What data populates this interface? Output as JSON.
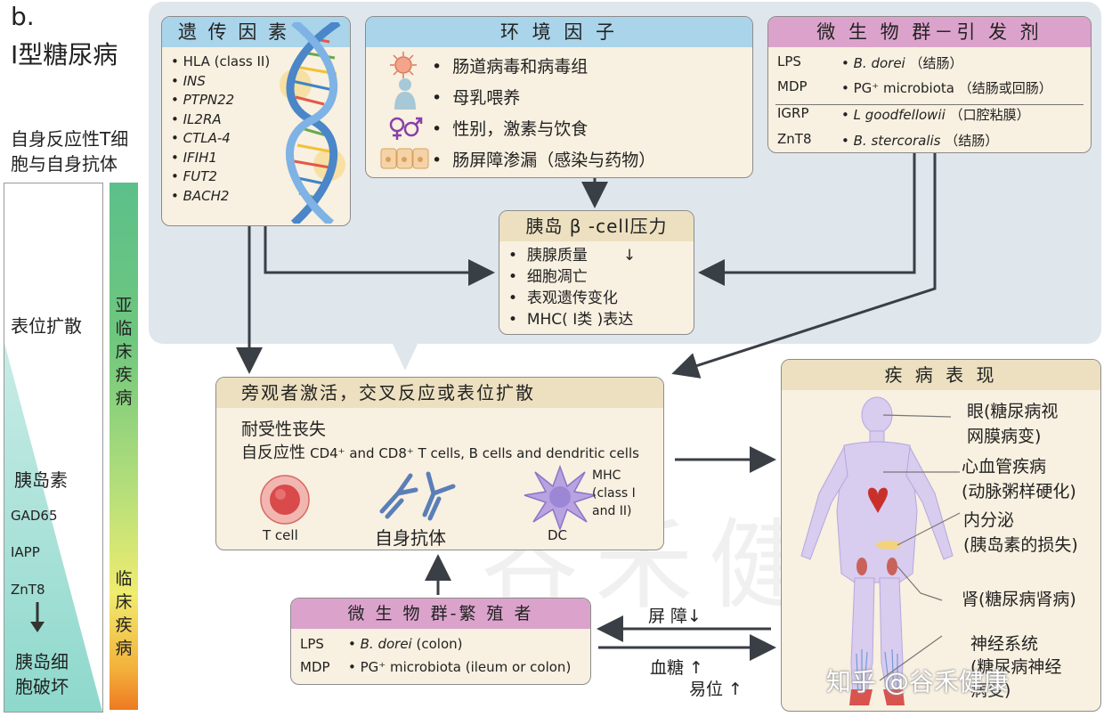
{
  "figure": {
    "label": "b.",
    "title": "I型糖尿病"
  },
  "left_column": {
    "header": "自身反应性T细胞与自身抗体",
    "header_line1": "自身反应性T细",
    "header_line2": "胞与自身抗体",
    "epitope_spread": "表位扩散",
    "markers": [
      "胰岛素",
      "GAD65",
      "IAPP",
      "ZnT8"
    ],
    "beta_destruction_line1": "胰岛细",
    "beta_destruction_line2": "胞破坏",
    "subclinical_chars": [
      "亚",
      "临",
      "床",
      "疾",
      "病"
    ],
    "clinical_chars": [
      "临",
      "床",
      "疾",
      "病"
    ]
  },
  "genetic": {
    "title": "遗 传 因 素",
    "genes": [
      "HLA (class II)",
      "INS",
      "PTPN22",
      "IL2RA",
      "CTLA-4",
      "IFIH1",
      "FUT2",
      "BACH2"
    ]
  },
  "environment": {
    "title": "环 境 因 子",
    "items": [
      {
        "icon": "virus-icon",
        "text": "肠道病毒和病毒组"
      },
      {
        "icon": "infant-icon",
        "text": "母乳喂养"
      },
      {
        "icon": "gender-symbol-icon",
        "text": "性别，激素与饮食"
      },
      {
        "icon": "intestinal-cells-icon",
        "text": "肠屏障渗漏（感染与药物）"
      }
    ]
  },
  "microbiota_trigger": {
    "title": "微 生 物 群－引 发 剂",
    "rows": [
      {
        "abbr": "LPS",
        "organism": "B. dorei",
        "site": "（结肠）"
      },
      {
        "abbr": "MDP",
        "organism": "PG⁺ microbiota",
        "site": "（结肠或回肠）"
      },
      {
        "abbr": "IGRP",
        "organism": "L goodfellowii",
        "site": "（口腔粘膜）"
      },
      {
        "abbr": "ZnT8",
        "organism": "B. stercoralis",
        "site": "（结肠）"
      }
    ]
  },
  "beta_stress": {
    "title": "胰岛 β -cell压力",
    "items": [
      "胰腺质量",
      "细胞凋亡",
      "表观遗传变化",
      "MHC( I类 )表达"
    ],
    "down_arrow": "↓"
  },
  "bystander": {
    "title": "旁观者激活，交叉反应或表位扩散",
    "line1": "耐受性丧失",
    "line2_cn": "自反应性",
    "line2_en": "CD4⁺ and CD8⁺ T cells, B cells and dendritic cells",
    "tcell_label": "T cell",
    "antibody_label": "自身抗体",
    "dc_label": "DC",
    "mhc_label_1": "MHC",
    "mhc_label_2": "(class I",
    "mhc_label_3": "and II)"
  },
  "microbiota_colonize": {
    "title": "微 生 物 群-繁 殖 者",
    "rows": [
      {
        "abbr": "LPS",
        "organism": "B. dorei",
        "site": "(colon)"
      },
      {
        "abbr": "MDP",
        "organism": "PG⁺ microbiota",
        "site": "(ileum or colon)"
      }
    ]
  },
  "arrows_labels": {
    "barrier": "屏 障↓",
    "glucose": "血糖 ↑",
    "translocation": "易位 ↑"
  },
  "disease": {
    "title": "疾 病 表 现",
    "eye_1": "眼(糖尿病视",
    "eye_2": "网膜病变)",
    "cardio_1": "心血管疾病",
    "cardio_2": "(动脉粥样硬化)",
    "endocrine_1": "内分泌",
    "endocrine_2": "(胰岛素的损失)",
    "kidney": "肾(糖尿病肾病)",
    "nerve_1": "神经系统",
    "nerve_2": "(糖尿病神经",
    "nerve_3": "病变)"
  },
  "watermark": {
    "text": "知乎 @谷禾健康",
    "bg_text": "谷禾健康"
  },
  "colors": {
    "blue_header": "#a9d4ea",
    "pink_header": "#dba3cc",
    "box_fill": "#f8f0e0",
    "panel_bg": "#dfe6ec"
  }
}
